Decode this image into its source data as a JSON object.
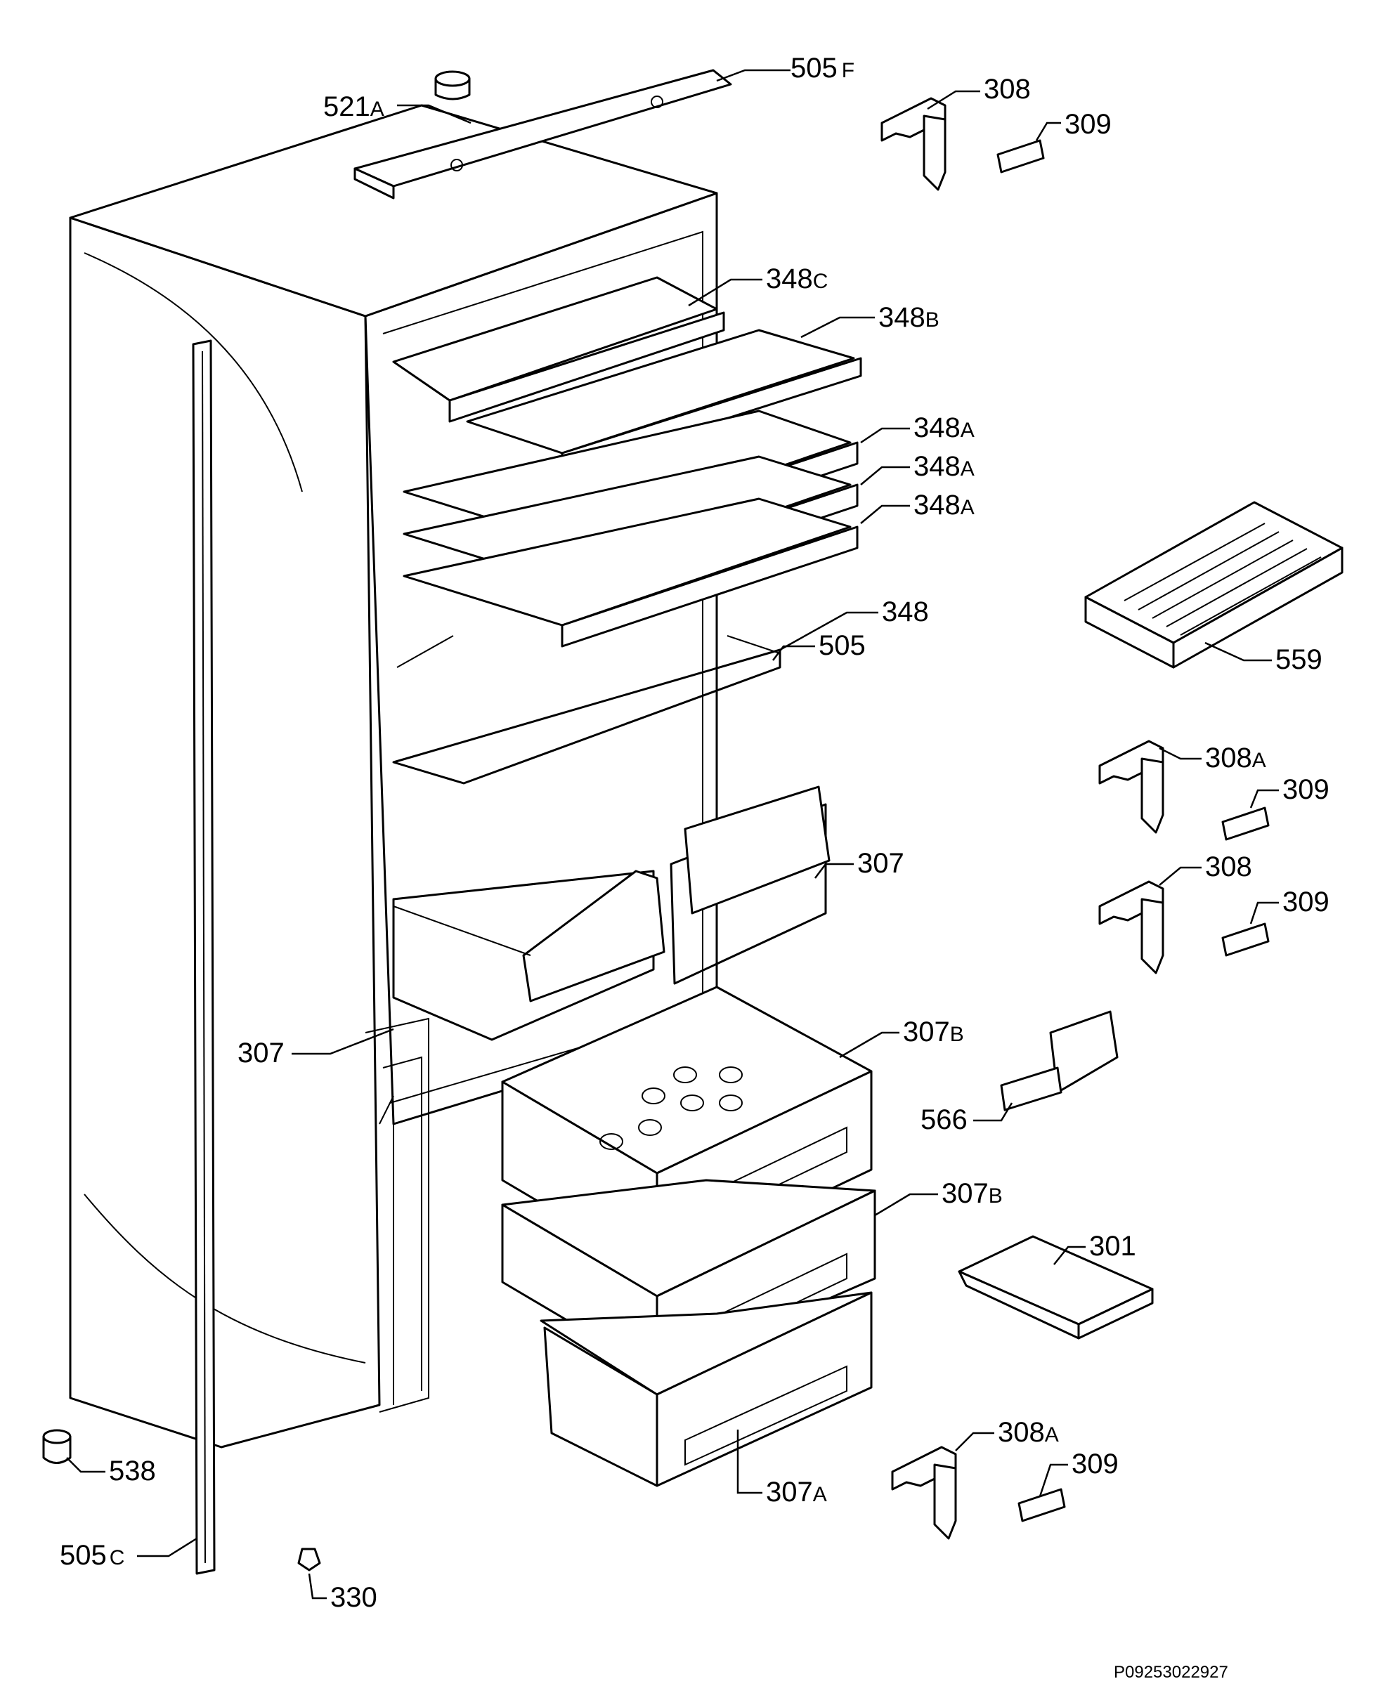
{
  "labels": [
    {
      "id": "521A",
      "num": "521",
      "suffix": "A"
    },
    {
      "id": "505F",
      "num": "505",
      "suffix": "F"
    },
    {
      "id": "308-top",
      "num": "308",
      "suffix": ""
    },
    {
      "id": "309-top",
      "num": "309",
      "suffix": ""
    },
    {
      "id": "348C",
      "num": "348",
      "suffix": "C"
    },
    {
      "id": "348B",
      "num": "348",
      "suffix": "B"
    },
    {
      "id": "348A-1",
      "num": "348",
      "suffix": "A"
    },
    {
      "id": "348A-2",
      "num": "348",
      "suffix": "A"
    },
    {
      "id": "348A-3",
      "num": "348",
      "suffix": "A"
    },
    {
      "id": "348",
      "num": "348",
      "suffix": ""
    },
    {
      "id": "505",
      "num": "505",
      "suffix": ""
    },
    {
      "id": "559",
      "num": "559",
      "suffix": ""
    },
    {
      "id": "308A-1",
      "num": "308",
      "suffix": "A"
    },
    {
      "id": "309-2",
      "num": "309",
      "suffix": ""
    },
    {
      "id": "308-2",
      "num": "308",
      "suffix": ""
    },
    {
      "id": "309-3",
      "num": "309",
      "suffix": ""
    },
    {
      "id": "307-right",
      "num": "307",
      "suffix": ""
    },
    {
      "id": "307-left",
      "num": "307",
      "suffix": ""
    },
    {
      "id": "307B-1",
      "num": "307",
      "suffix": "B"
    },
    {
      "id": "566",
      "num": "566",
      "suffix": ""
    },
    {
      "id": "307B-2",
      "num": "307",
      "suffix": "B"
    },
    {
      "id": "301",
      "num": "301",
      "suffix": ""
    },
    {
      "id": "538",
      "num": "538",
      "suffix": ""
    },
    {
      "id": "308A-2",
      "num": "308",
      "suffix": "A"
    },
    {
      "id": "309-4",
      "num": "309",
      "suffix": ""
    },
    {
      "id": "307A",
      "num": "307",
      "suffix": "A"
    },
    {
      "id": "505C",
      "num": "505",
      "suffix": "C"
    },
    {
      "id": "330",
      "num": "330",
      "suffix": ""
    }
  ],
  "doc_code": "P09253022927"
}
